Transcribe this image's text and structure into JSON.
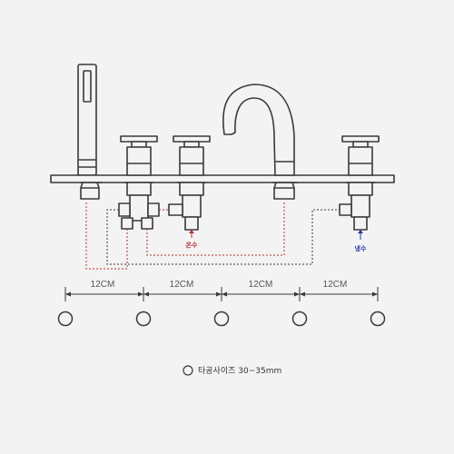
{
  "labels": {
    "hot": "온수",
    "cold": "냉수"
  },
  "dimensions": [
    "12CM",
    "12CM",
    "12CM",
    "12CM"
  ],
  "note": "타공사이즈 30~35mm",
  "colors": {
    "line": "#3a3a3a",
    "hot": "#c0282d",
    "cold": "#2233aa",
    "background": "#f3f3f3"
  }
}
